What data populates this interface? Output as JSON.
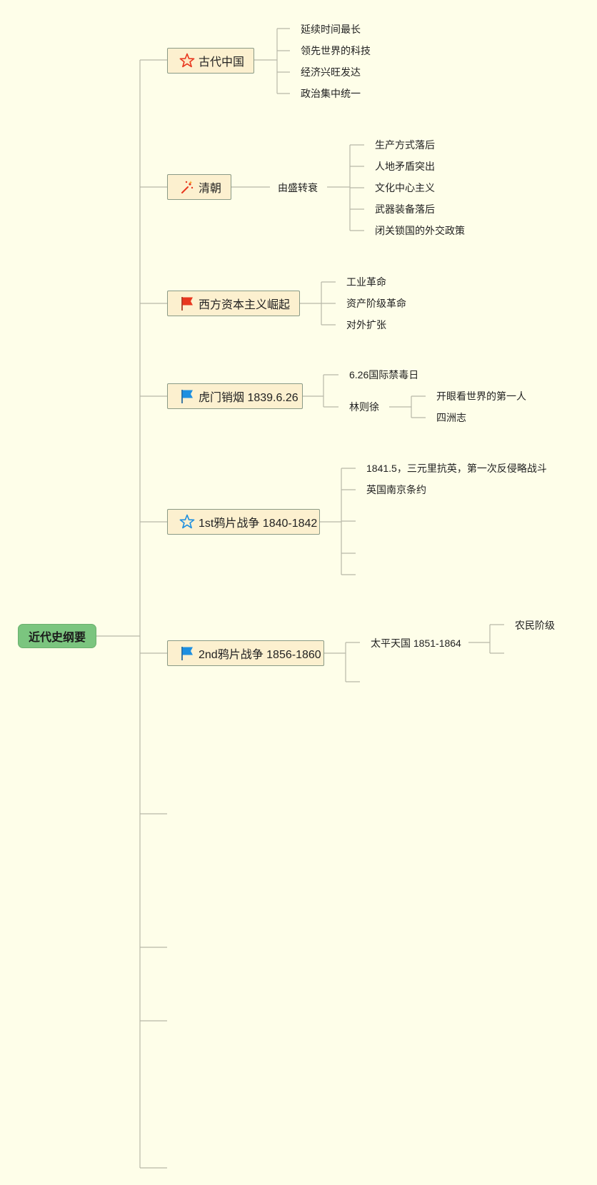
{
  "root": {
    "label": "近代史纲要"
  },
  "topics": [
    {
      "label": "古代中国",
      "icon": "red-star-icon",
      "children": [
        "延续时间最长",
        "领先世界的科技",
        "经济兴旺发达",
        "政治集中统一"
      ]
    },
    {
      "label": "清朝",
      "icon": "sparkle-wand-icon",
      "child": "由盛转衰",
      "grandchildren": [
        "生产方式落后",
        "人地矛盾突出",
        "文化中心主义",
        "武器装备落后",
        "闭关锁国的外交政策"
      ]
    },
    {
      "label": "西方资本主义崛起",
      "icon": "red-flag-icon",
      "children": [
        "工业革命",
        "资产阶级革命",
        "对外扩张"
      ]
    },
    {
      "label": "虎门销烟 1839.6.26",
      "icon": "blue-flag-icon",
      "children": [
        "6.26国际禁毒日",
        "林则徐"
      ],
      "grandchildren": [
        "开眼看世界的第一人",
        "四洲志"
      ]
    },
    {
      "label": "1st鸦片战争 1840-1842",
      "icon": "blue-star-icon",
      "children": [
        "1841.5，三元里抗英，第一次反侵略战斗",
        "英国南京条约"
      ]
    },
    {
      "label": "2nd鸦片战争 1856-1860",
      "icon": "blue-flag-icon",
      "child": "太平天国 1851-1864",
      "grandchildren": [
        "农民阶级"
      ]
    }
  ],
  "colors": {
    "background": "#fefee9",
    "root_fill": "#7bc57f",
    "topic_fill": "#fcf0cf",
    "topic_border": "#8a9a86",
    "connector": "#b8b8a8",
    "red_icon": "#e8371f",
    "blue_icon": "#1d8fe0"
  }
}
